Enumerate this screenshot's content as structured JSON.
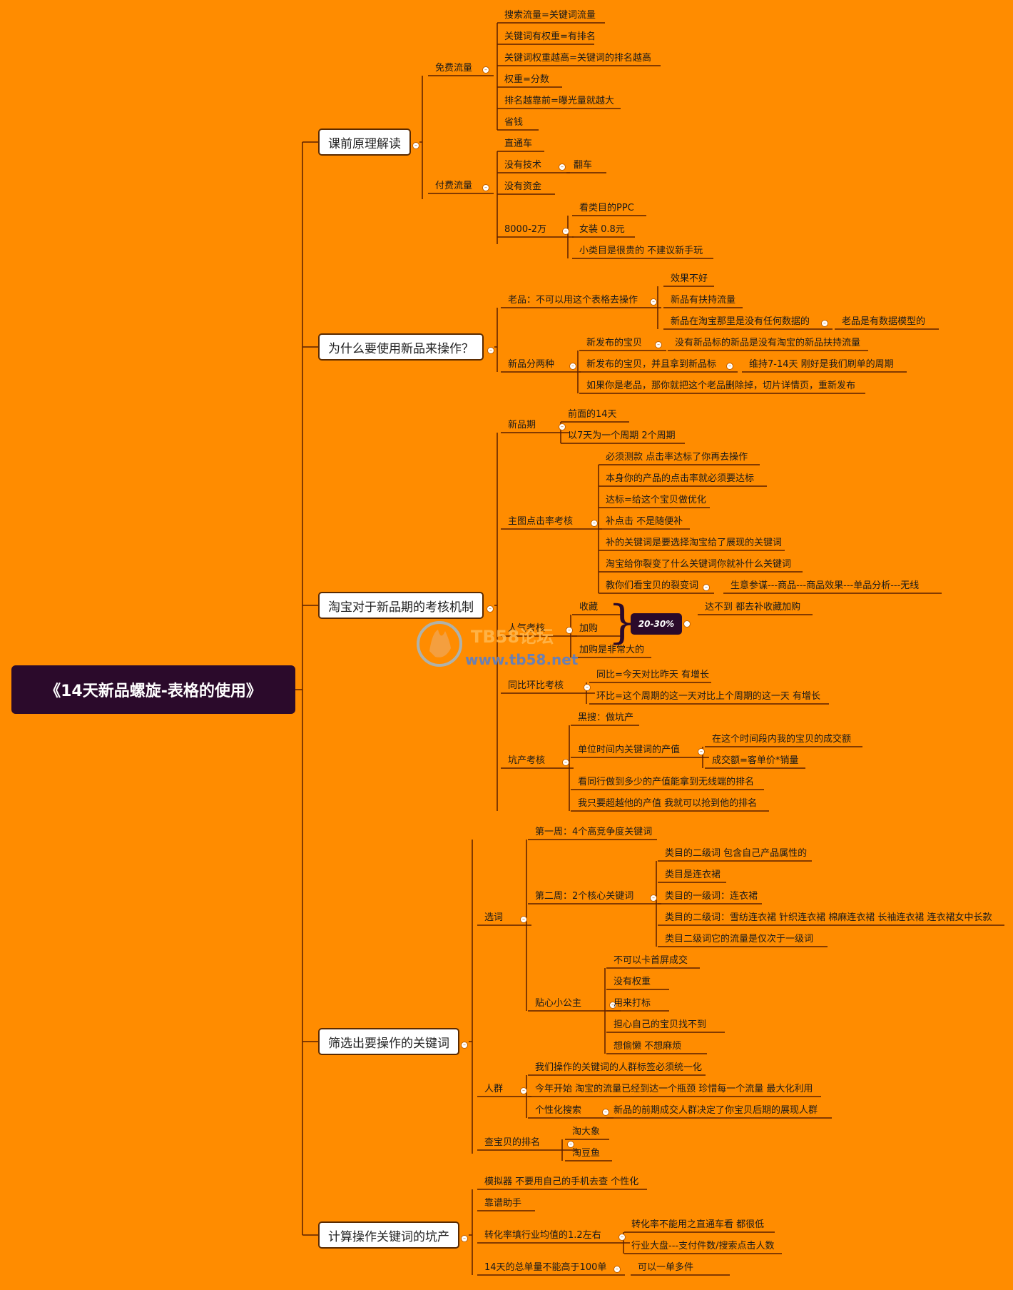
{
  "root": "《14天新品螺旋-表格的使用》",
  "branches": {
    "b1": "课前原理解读",
    "b2": "为什么要使用新品来操作？",
    "b3": "淘宝对于新品期的考核机制",
    "b4": "筛选出要操作的关键词",
    "b5": "计算操作关键词的坑产"
  },
  "nodes": {
    "n1": "免费流量",
    "n1a": "搜索流量=关键词流量",
    "n1b": "关键词有权重=有排名",
    "n1c": "关键词权重越高=关键词的排名越高",
    "n1d": "权重=分数",
    "n1e": "排名越靠前=曝光量就越大",
    "n1f": "省钱",
    "n2": "付费流量",
    "n2a": "直通车",
    "n2b": "没有技术",
    "n2b1": "翻车",
    "n2c": "没有资金",
    "n2d": "8000-2万",
    "n2d1": "看类目的PPC",
    "n2d2": "女装 0.8元",
    "n2d3": "小类目是很贵的 不建议新手玩",
    "n3": "老品：不可以用这个表格去操作",
    "n3a": "效果不好",
    "n3b": "新品有扶持流量",
    "n3c": "新品在淘宝那里是没有任何数据的",
    "n3c1": "老品是有数据模型的",
    "n4": "新品分两种",
    "n4a": "新发布的宝贝",
    "n4a1": "没有新品标的新品是没有淘宝的新品扶持流量",
    "n4b": "新发布的宝贝，并且拿到新品标",
    "n4b1": "维持7-14天 刚好是我们刷单的周期",
    "n4c": "如果你是老品，那你就把这个老品删除掉，切片详情页，重新发布",
    "n5": "新品期",
    "n5a": "前面的14天",
    "n5b": "以7天为一个周期 2个周期",
    "n6": "主图点击率考核",
    "n6a": "必须测款  点击率达标了你再去操作",
    "n6b": "本身你的产品的点击率就必须要达标",
    "n6c": "达标=给这个宝贝做优化",
    "n6d": "补点击  不是随便补",
    "n6e": "补的关键词是要选择淘宝给了展现的关键词",
    "n6f": "淘宝给你裂变了什么关键词你就补什么关键词",
    "n6g": "教你们看宝贝的裂变词",
    "n6g1": "生意参谋---商品---商品效果---单品分析---无线",
    "n7": "人气考核",
    "n7a": "收藏",
    "n7b": "加购",
    "n7c": "加购是非常大的",
    "n7badge": "20-30%",
    "n7badge1": "达不到 都去补收藏加购",
    "n8": "同比环比考核",
    "n8a": "同比=今天对比昨天 有增长",
    "n8b": "环比=这个周期的这一天对比上个周期的这一天  有增长",
    "n9": "坑产考核",
    "n9a": "黑搜：做坑产",
    "n9b": "单位时间内关键词的产值",
    "n9b1": "在这个时间段内我的宝贝的成交额",
    "n9b2": "成交额=客单价*销量",
    "n9c": "看同行做到多少的产值能拿到无线端的排名",
    "n9d": "我只要超越他的产值 我就可以抢到他的排名",
    "n10": "选词",
    "n10a": "第一周：4个高竞争度关键词",
    "n10b": "第二周：2个核心关键词",
    "n10b1": "类目的二级词 包含自己产品属性的",
    "n10b2": "类目是连衣裙",
    "n10b3": "类目的一级词：连衣裙",
    "n10b4": "类目的二级词：雪纺连衣裙 针织连衣裙 棉麻连衣裙 长袖连衣裙 连衣裙女中长款",
    "n10b5": "类目二级词它的流量是仅次于一级词",
    "n10c": "贴心小公主",
    "n10c1": "不可以卡首屏成交",
    "n10c2": "没有权重",
    "n10c3": "用来打标",
    "n10c4": "担心自己的宝贝找不到",
    "n10c5": "想偷懒 不想麻烦",
    "n11": "人群",
    "n11a": "我们操作的关键词的人群标签必须统一化",
    "n11b": "今年开始 淘宝的流量已经到达一个瓶颈  珍惜每一个流量 最大化利用",
    "n11c": "个性化搜索",
    "n11c1": "新品的前期成交人群决定了你宝贝后期的展现人群",
    "n12": "查宝贝的排名",
    "n12a": "淘大象",
    "n12b": "淘豆鱼",
    "n13a": "模拟器 不要用自己的手机去查  个性化",
    "n13b": "靠谱助手",
    "n13c": "转化率填行业均值的1.2左右",
    "n13c1": "转化率不能用之直通车看  都很低",
    "n13c2": "行业大盘---支付件数/搜索点击人数",
    "n13d": "14天的总单量不能高于100单",
    "n13d1": "可以一单多件"
  },
  "watermark": {
    "brand": "TB58论坛",
    "url": "www.tb58.net"
  },
  "colors": {
    "background": "#FF8C00",
    "line": "#5a1f00",
    "root": "#2B0A2B"
  }
}
